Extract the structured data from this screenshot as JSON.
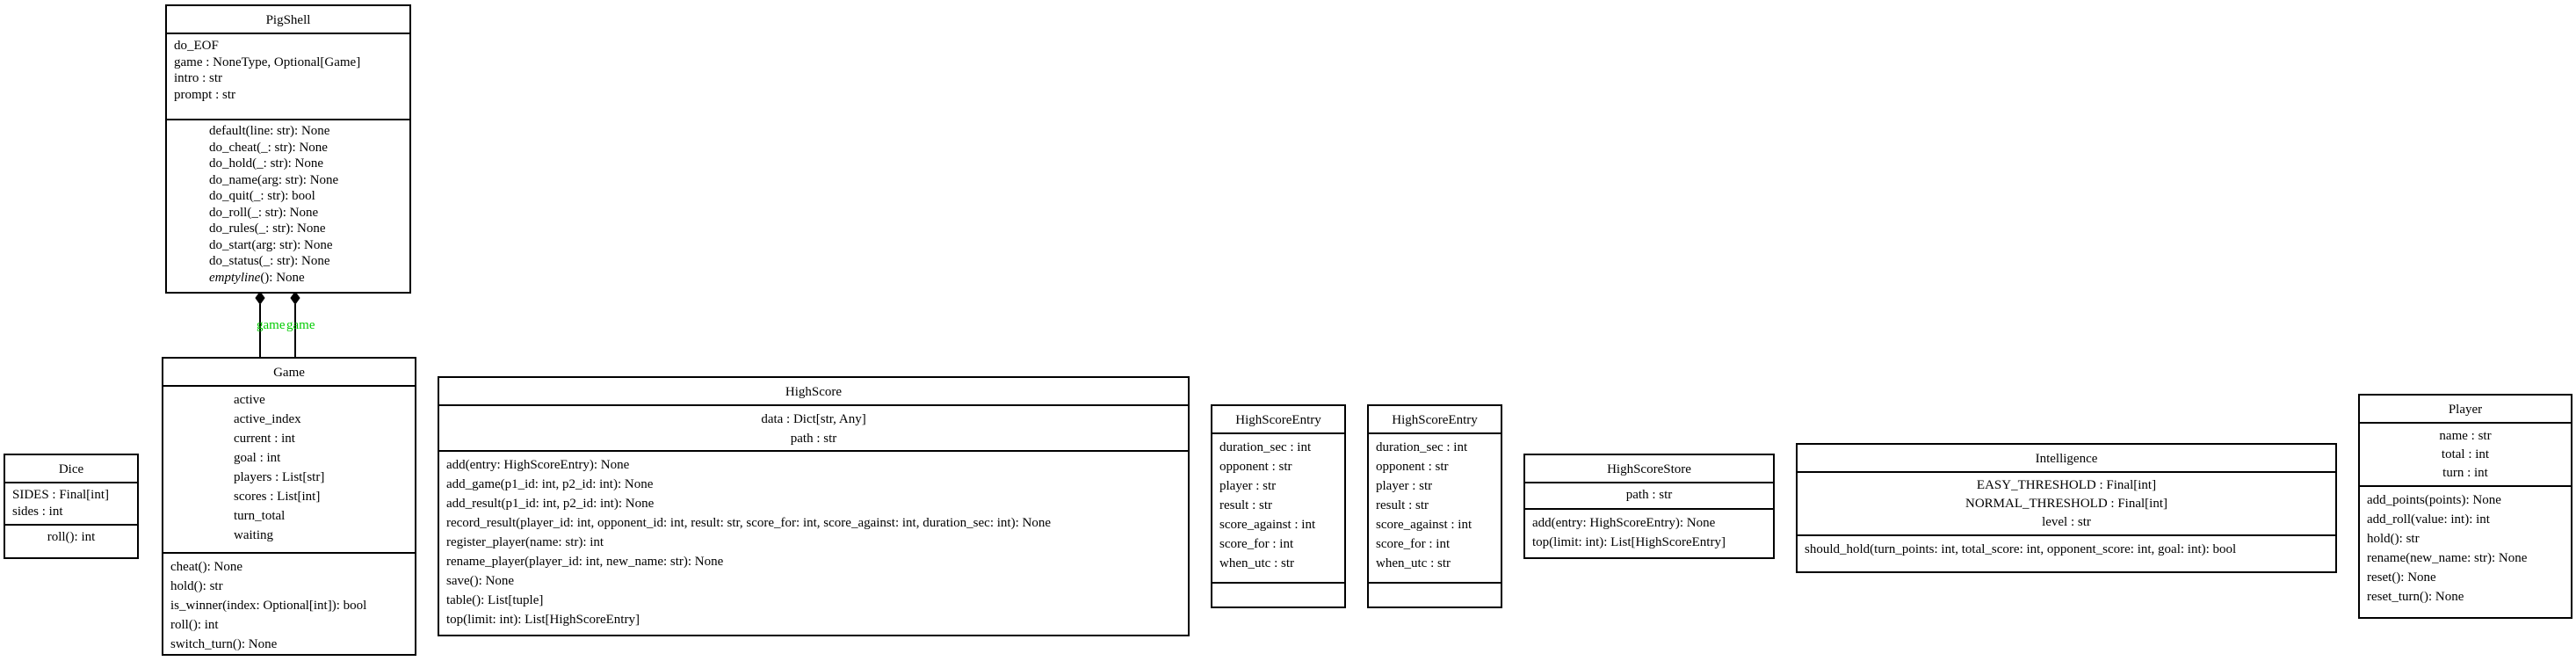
{
  "edges": {
    "game_label_1": "game",
    "game_label_2": "game",
    "label_color": "#00cc00"
  },
  "classes": {
    "pigshell": {
      "name": "PigShell",
      "attributes": [
        "do_EOF",
        "game : NoneType, Optional[Game]",
        "intro : str",
        "prompt : str"
      ],
      "methods": [
        "default(line: str): None",
        "do_cheat(_: str): None",
        "do_hold(_: str): None",
        "do_name(arg: str): None",
        "do_quit(_: str): bool",
        "do_roll(_: str): None",
        "do_rules(_: str): None",
        "do_start(arg: str): None",
        "do_status(_: str): None"
      ],
      "method_italic_name": "emptyline",
      "method_italic_rest": "(): None"
    },
    "dice": {
      "name": "Dice",
      "attributes": [
        "SIDES : Final[int]",
        "sides : int"
      ],
      "methods": [
        "roll(): int"
      ]
    },
    "game": {
      "name": "Game",
      "attributes": [
        "active",
        "active_index",
        "current : int",
        "goal : int",
        "players : List[str]",
        "scores : List[int]",
        "turn_total",
        "waiting"
      ],
      "methods": [
        "cheat(): None",
        "hold(): str",
        "is_winner(index: Optional[int]): bool",
        "roll(): int",
        "switch_turn(): None"
      ]
    },
    "highscore": {
      "name": "HighScore",
      "attributes": [
        "data : Dict[str, Any]",
        "path : str"
      ],
      "methods": [
        "add(entry: HighScoreEntry): None",
        "add_game(p1_id: int, p2_id: int): None",
        "add_result(p1_id: int, p2_id: int): None",
        "record_result(player_id: int, opponent_id: int, result: str, score_for: int, score_against: int, duration_sec: int): None",
        "register_player(name: str): int",
        "rename_player(player_id: int, new_name: str): None",
        "save(): None",
        "table(): List[tuple]",
        "top(limit: int): List[HighScoreEntry]"
      ]
    },
    "highscoreentry1": {
      "name": "HighScoreEntry",
      "attributes": [
        "duration_sec : int",
        "opponent : str",
        "player : str",
        "result : str",
        "score_against : int",
        "score_for : int",
        "when_utc : str"
      ],
      "methods": []
    },
    "highscoreentry2": {
      "name": "HighScoreEntry",
      "attributes": [
        "duration_sec : int",
        "opponent : str",
        "player : str",
        "result : str",
        "score_against : int",
        "score_for : int",
        "when_utc : str"
      ],
      "methods": []
    },
    "highscorestore": {
      "name": "HighScoreStore",
      "attributes": [
        "path : str"
      ],
      "methods": [
        "add(entry: HighScoreEntry): None",
        "top(limit: int): List[HighScoreEntry]"
      ]
    },
    "intelligence": {
      "name": "Intelligence",
      "attributes": [
        "EASY_THRESHOLD : Final[int]",
        "NORMAL_THRESHOLD : Final[int]",
        "level : str"
      ],
      "methods": [
        "should_hold(turn_points: int, total_score: int, opponent_score: int, goal: int): bool"
      ]
    },
    "player": {
      "name": "Player",
      "attributes": [
        "name : str",
        "total : int",
        "turn : int"
      ],
      "methods": [
        "add_points(points): None",
        "add_roll(value: int): int",
        "hold(): str",
        "rename(new_name: str): None",
        "reset(): None",
        "reset_turn(): None"
      ]
    }
  }
}
